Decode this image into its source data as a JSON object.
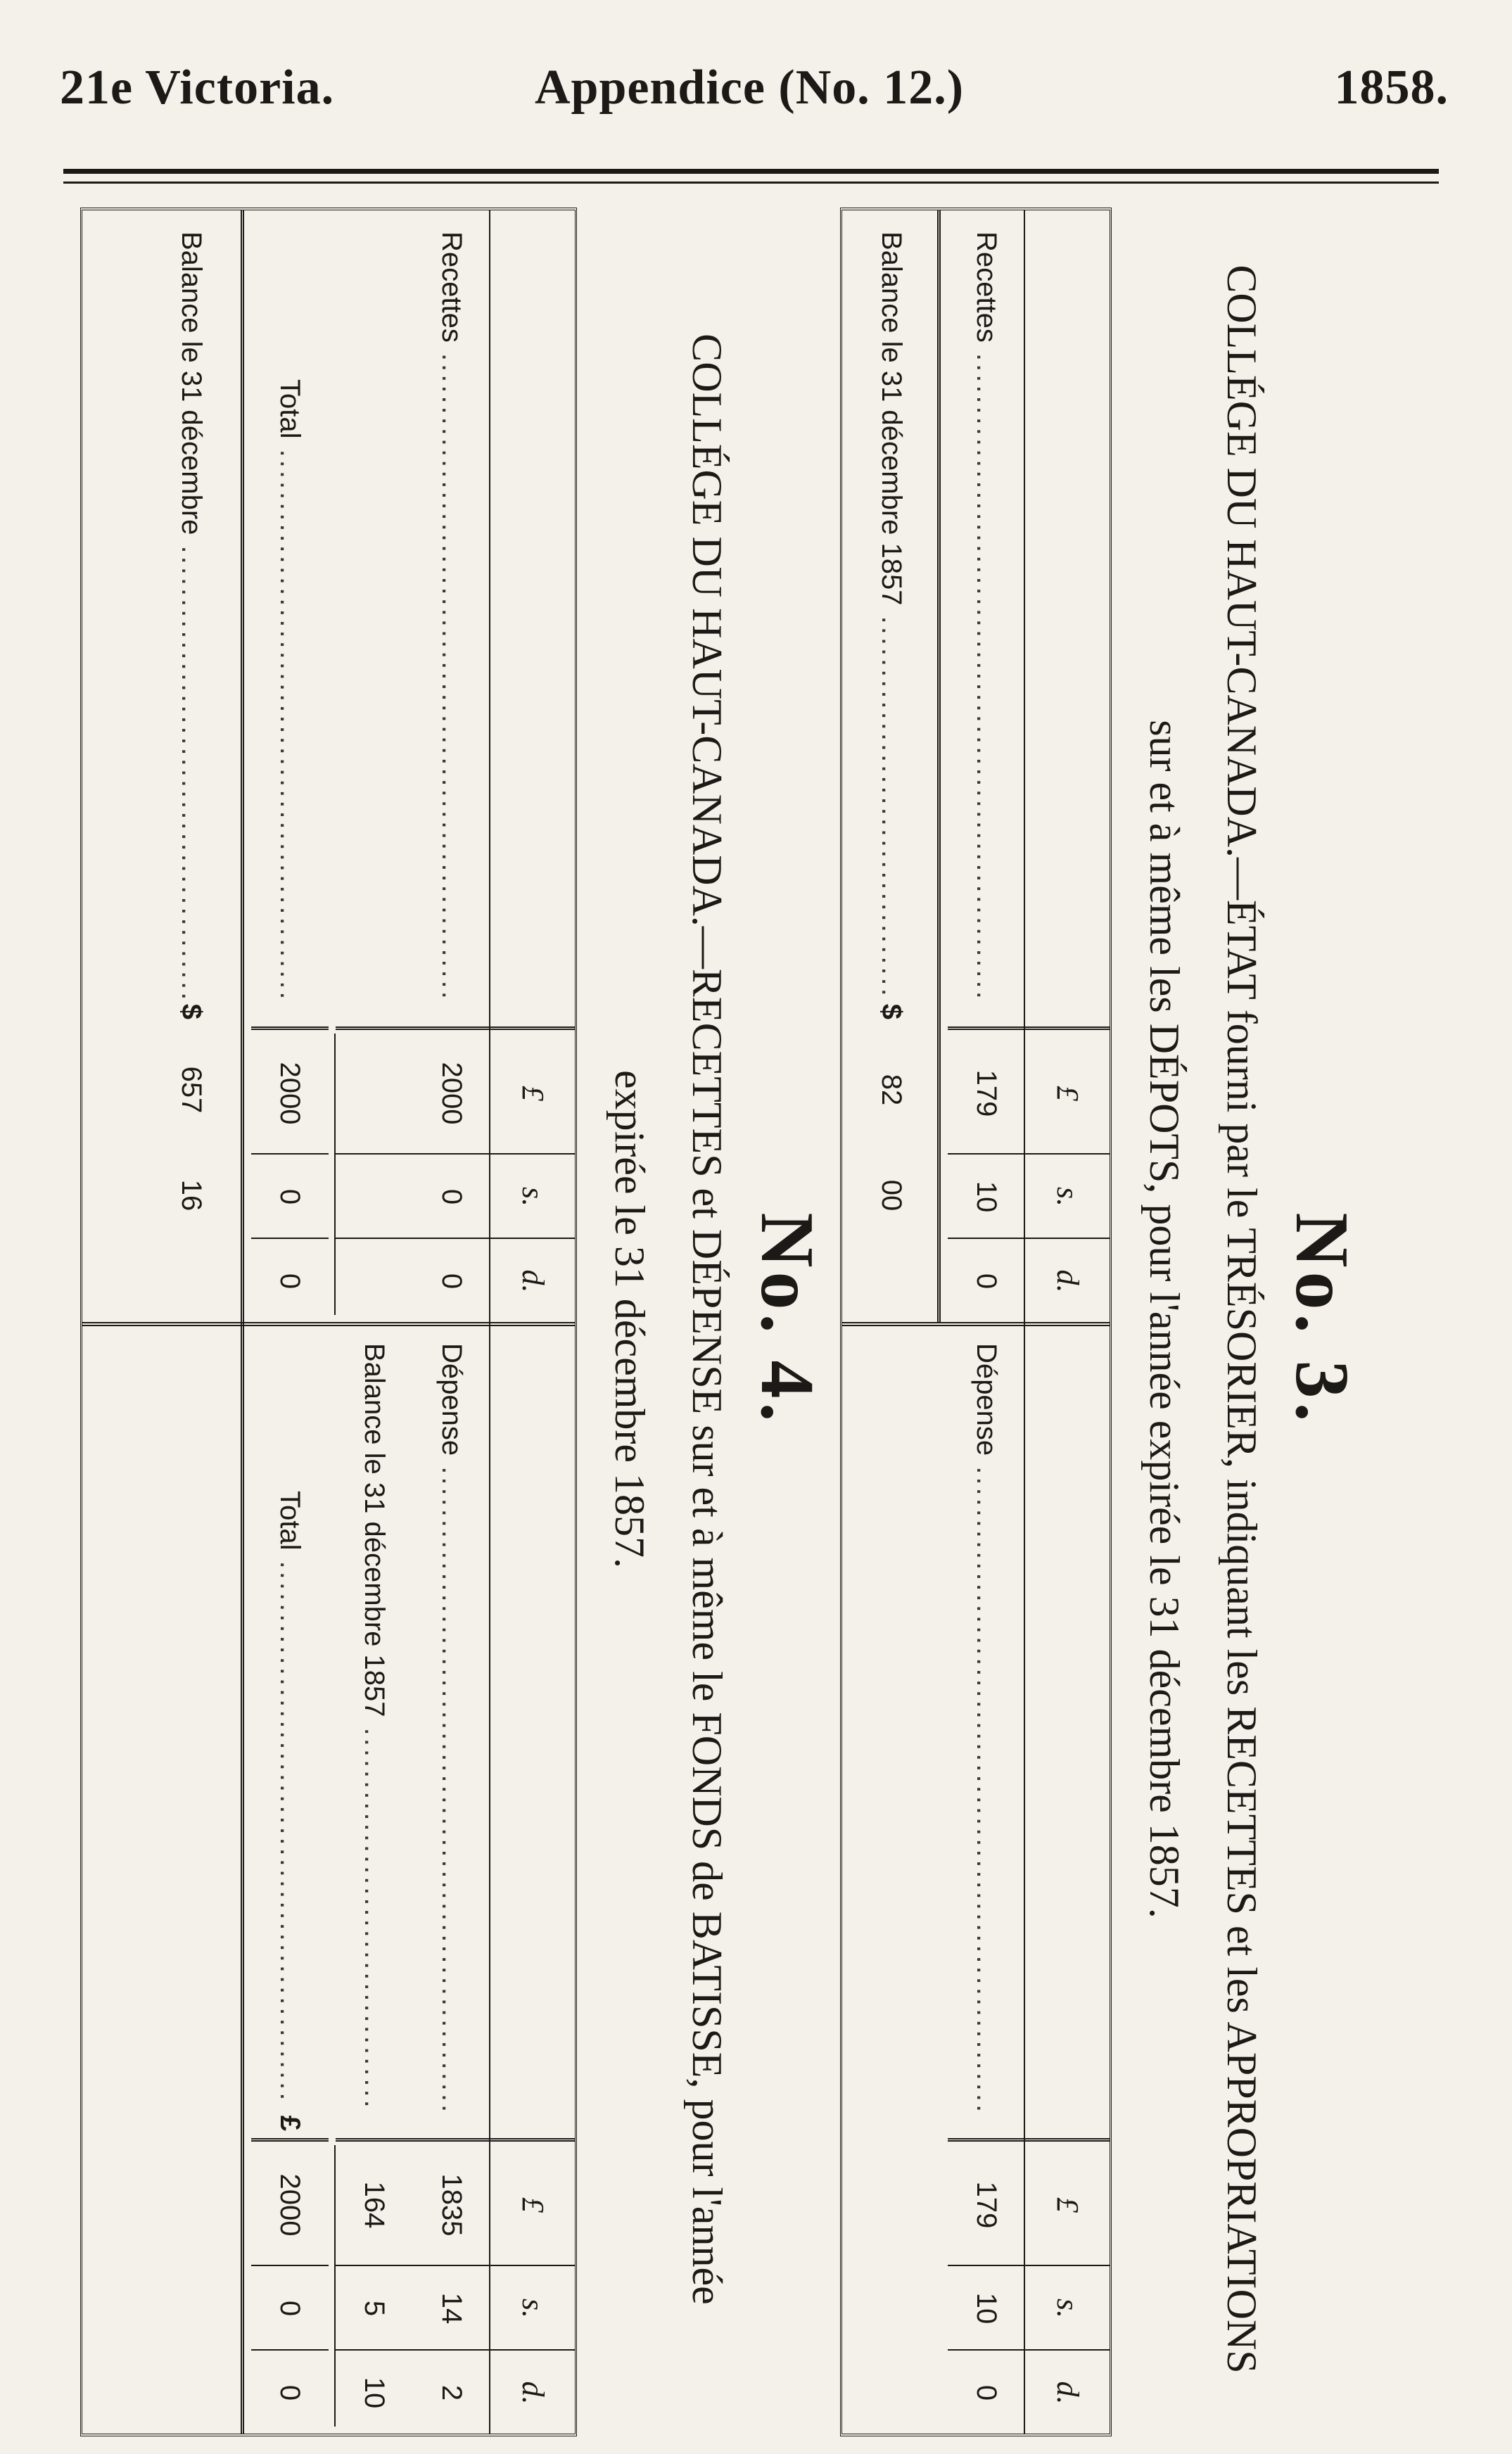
{
  "header": {
    "left": "21e Victoria.",
    "center": "Appendice (No. 12.)",
    "right": "1858."
  },
  "no3": {
    "title": "No. 3.",
    "caption_line1": "COLLÉGE DU HAUT-CANADA.—ÉTAT fourni par le TRÉSORIER, indiquant les RECETTES et les APPROPRIATIONS",
    "caption_line2": "sur et à même les DÉPOTS, pour l'année expirée le 31 décembre 1857.",
    "col_pound": "£",
    "col_s": "s.",
    "col_d": "d.",
    "left": {
      "recettes_label": "Recettes",
      "recettes": {
        "l": "179",
        "s": "10",
        "d": "0"
      },
      "balance_label": "Balance le 31 décembre 1857",
      "balance_symbol": "$",
      "balance": {
        "l": "82",
        "s": "00",
        "d": ""
      }
    },
    "right": {
      "depense_label": "Dépense",
      "depense": {
        "l": "179",
        "s": "10",
        "d": "0"
      }
    }
  },
  "no4": {
    "title": "No. 4.",
    "caption_line1": "COLLÉGE DU HAUT-CANADA.—RECETTES et DÉPENSE sur et à même le FONDS de BATISSE, pour l'année",
    "caption_line2": "expirée le 31 décembre 1857.",
    "col_pound": "£",
    "col_s": "s.",
    "col_d": "d.",
    "left": {
      "recettes_label": "Recettes",
      "recettes": {
        "l": "2000",
        "s": "0",
        "d": "0"
      },
      "total_label": "Total",
      "total": {
        "l": "2000",
        "s": "0",
        "d": "0"
      },
      "balance_label": "Balance le 31 décembre",
      "balance_symbol": "$",
      "balance": {
        "l": "657",
        "s": "16",
        "d": ""
      }
    },
    "right": {
      "depense_label": "Dépense",
      "depense": {
        "l": "1835",
        "s": "14",
        "d": "2"
      },
      "balance_label": "Balance le 31 décembre 1857",
      "balance": {
        "l": "164",
        "s": "5",
        "d": "10"
      },
      "total_label": "Total",
      "total_symbol": "£",
      "total": {
        "l": "2000",
        "s": "0",
        "d": "0"
      }
    }
  }
}
